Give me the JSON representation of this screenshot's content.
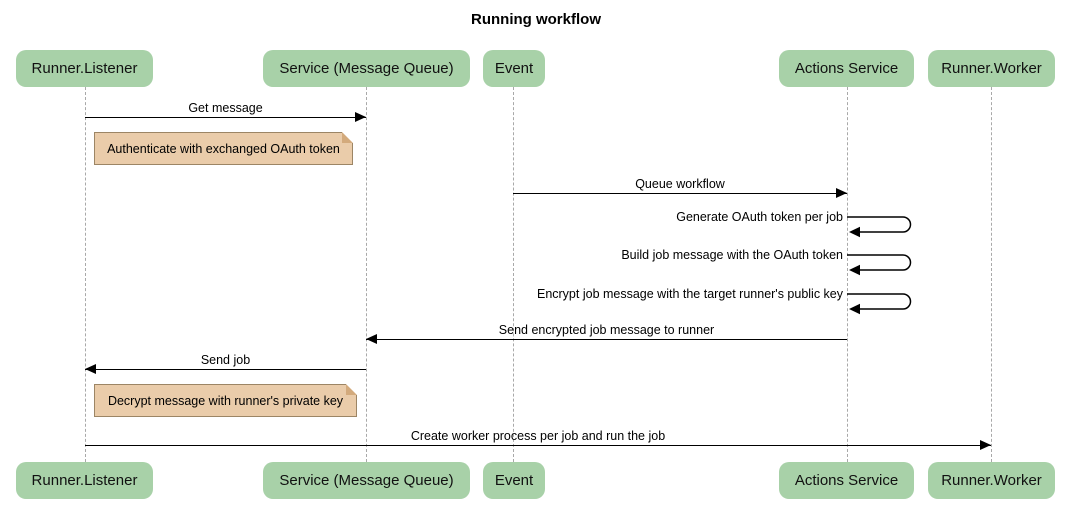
{
  "title": "Running workflow",
  "diagram_type": "sequence",
  "colors": {
    "participant_fill": "#a8d1a8",
    "note_fill": "#eaccaa",
    "note_border": "#9c8565",
    "lifeline": "#a9a9a9",
    "arrow": "#000000",
    "background": "#ffffff"
  },
  "participants": [
    {
      "label": "Runner.Listener"
    },
    {
      "label": "Service (Message Queue)"
    },
    {
      "label": "Event"
    },
    {
      "label": "Actions Service"
    },
    {
      "label": "Runner.Worker"
    }
  ],
  "messages": [
    {
      "text": "Get message",
      "from": "Runner.Listener",
      "to": "Service (Message Queue)",
      "type": "arrow"
    },
    {
      "text": "Queue workflow",
      "from": "Event",
      "to": "Actions Service",
      "type": "arrow"
    },
    {
      "text": "Generate OAuth token per job",
      "from": "Actions Service",
      "to": "Actions Service",
      "type": "self"
    },
    {
      "text": "Build job message with the OAuth token",
      "from": "Actions Service",
      "to": "Actions Service",
      "type": "self"
    },
    {
      "text": "Encrypt job message with the target runner's public key",
      "from": "Actions Service",
      "to": "Actions Service",
      "type": "self"
    },
    {
      "text": "Send encrypted job message to runner",
      "from": "Actions Service",
      "to": "Service (Message Queue)",
      "type": "arrow"
    },
    {
      "text": "Send job",
      "from": "Service (Message Queue)",
      "to": "Runner.Listener",
      "type": "arrow"
    },
    {
      "text": "Create worker process per job and run the job",
      "from": "Runner.Listener",
      "to": "Runner.Worker",
      "type": "arrow"
    }
  ],
  "notes": [
    {
      "text": "Authenticate with exchanged OAuth token",
      "over": "Runner.Listener"
    },
    {
      "text": "Decrypt message with runner's private key",
      "over": "Runner.Listener"
    }
  ]
}
